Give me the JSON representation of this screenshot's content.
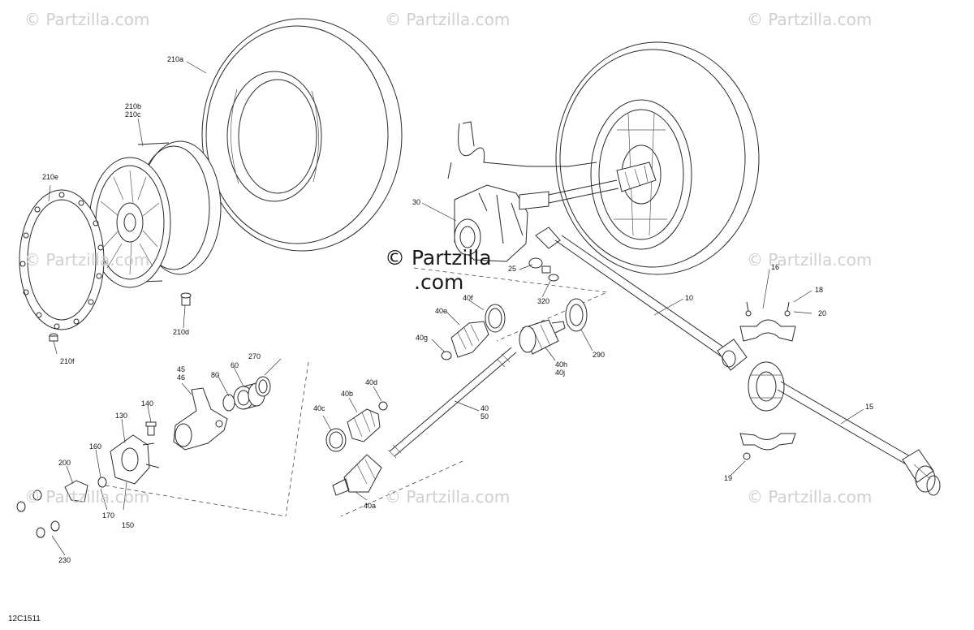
{
  "watermark_text": "© Partzilla.com",
  "center_watermark": {
    "line1": "© Partzilla",
    "line2": ".com"
  },
  "diagram_code": "12C1511",
  "callouts": {
    "p210a": "210a",
    "p210b": "210b\n210c",
    "p210e": "210e",
    "p210d": "210d",
    "p210f": "210f",
    "p30": "30",
    "p25": "25",
    "p320": "320",
    "p10": "10",
    "p16": "16",
    "p18": "18",
    "p20": "20",
    "p40f": "40f",
    "p40e": "40e",
    "p40g": "40g",
    "p40h": "40h\n40j",
    "p290": "290",
    "p270": "270",
    "p60": "60",
    "p80": "80",
    "p45": "45\n46",
    "p140": "140",
    "p130": "130",
    "p160": "160",
    "p200": "200",
    "p170": "170",
    "p150": "150",
    "p230": "230",
    "p40d": "40d",
    "p40b": "40b",
    "p40c": "40c",
    "p40a": "40a",
    "p40": "40\n50",
    "p15": "15",
    "p19": "19"
  },
  "icons": [
    "tire",
    "wheel-rim",
    "beadlock-ring",
    "differential",
    "drive-shaft",
    "axle-shaft",
    "cv-boot",
    "knuckle",
    "wheel-hub",
    "bearing",
    "nut",
    "bolt",
    "bracket"
  ]
}
